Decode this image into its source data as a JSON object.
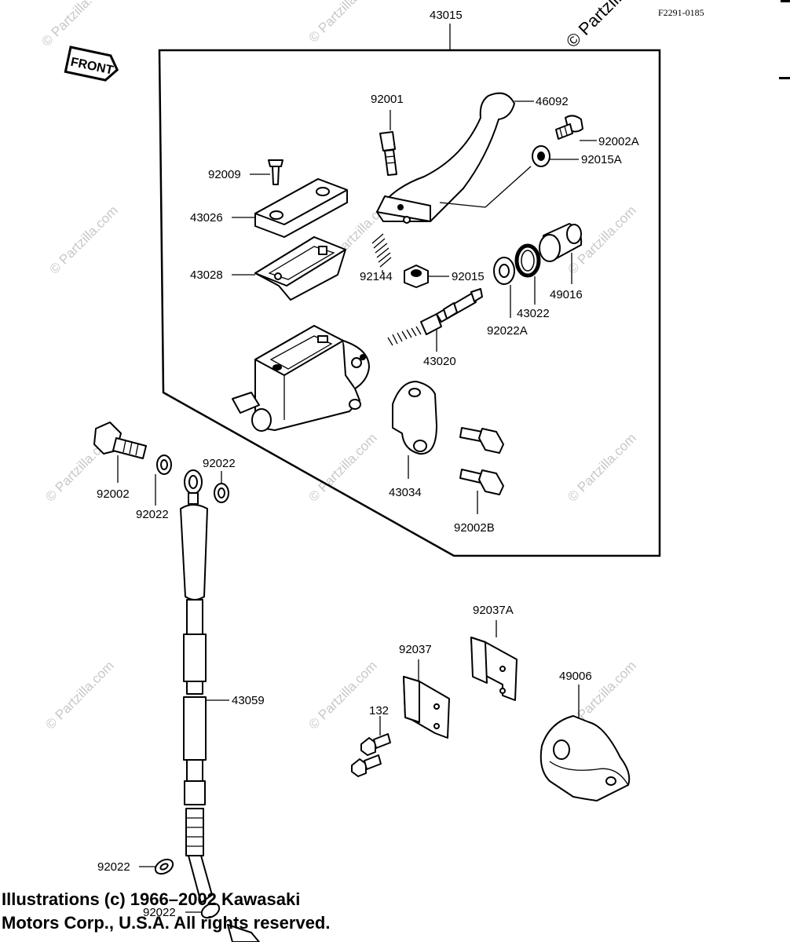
{
  "drawing_code": "F2291-0185",
  "watermark": "© Partzilla.com",
  "front_tag": "FRONT",
  "copyright": {
    "line1": "Illustrations (c) 1966–2002 Kawasaki",
    "line2": "Motors Corp., U.S.A.  All rights reserved."
  },
  "labels": {
    "assembly": "43015",
    "p92001": "92001",
    "p46092": "46092",
    "p92002A": "92002A",
    "p92015A": "92015A",
    "p92009": "92009",
    "p43026": "43026",
    "p43028": "43028",
    "p92144": "92144",
    "p92015": "92015",
    "p49016": "49016",
    "p43022": "43022",
    "p92022A": "92022A",
    "p43020": "43020",
    "p43034": "43034",
    "p92002B": "92002B",
    "p92002": "92002",
    "p92022_washer": "92022",
    "p92022_top": "92022",
    "p43059": "43059",
    "p92037A": "92037A",
    "p92037": "92037",
    "p132": "132",
    "p49006": "49006",
    "p92022_bottom": "92022",
    "p92022_lowest": "92022"
  },
  "colors": {
    "line": "#000000",
    "background": "#ffffff",
    "watermark": "#c8c8c8"
  }
}
